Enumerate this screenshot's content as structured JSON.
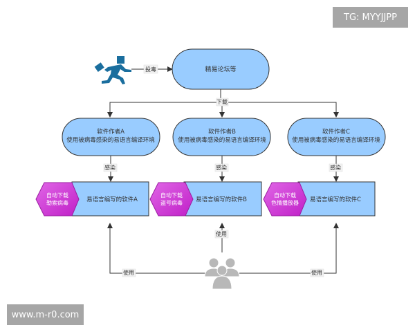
{
  "watermarks": {
    "top": "TG: MYYJJPP",
    "bottom": "www.m-r0.com"
  },
  "colors": {
    "node_fill": "#99ccff",
    "node_stroke": "#333333",
    "hex_fill": "#d43fd4",
    "icon_blue": "#1a6e9e",
    "icon_gray": "#b3b3b3",
    "line": "#333333"
  },
  "diagram": {
    "actor_icon": "running-man-icon",
    "users_icon": "users-group-icon",
    "forum": {
      "label": "精易论坛等"
    },
    "edge_poison": "投毒",
    "edge_download": "下载",
    "authors": [
      {
        "line1": "软件作者A",
        "line2": "使用被病毒感染的易语言编译环境"
      },
      {
        "line1": "软件作者B",
        "line2": "使用被病毒感染的易语言编译环境"
      },
      {
        "line1": "软件作者C",
        "line2": "使用被病毒感染的易语言编译环境"
      }
    ],
    "edge_infect": [
      "感染",
      "感染",
      "感染"
    ],
    "software": [
      {
        "label": "易语言编写的软件A",
        "payload_line1": "自动下载",
        "payload_line2": "勒索病毒"
      },
      {
        "label": "易语言编写的软件B",
        "payload_line1": "自动下载",
        "payload_line2": "盗号病毒"
      },
      {
        "label": "易语言编写的软件C",
        "payload_line1": "自动下载",
        "payload_line2": "色情播放器"
      }
    ],
    "edge_use": [
      "使用",
      "使用",
      "使用"
    ]
  }
}
